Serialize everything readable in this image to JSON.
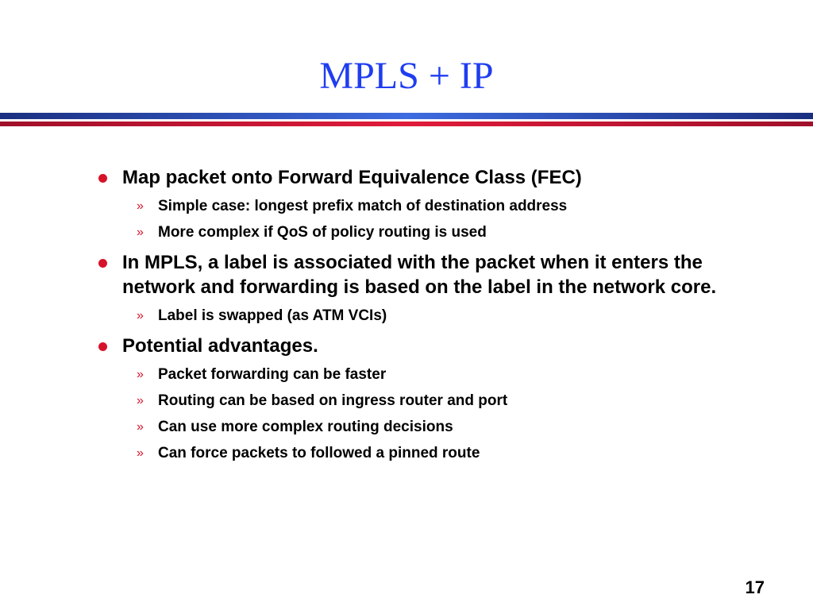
{
  "slide": {
    "title": "MPLS + IP",
    "page_number": "17",
    "accent_colors": {
      "title": "#1f3df0",
      "bullet": "#d6132a",
      "rule_blue": "#3d6be0",
      "rule_red": "#e01b3a"
    },
    "bullets": [
      {
        "text": "Map packet onto Forward Equivalence Class (FEC)",
        "sub": [
          "Simple case: longest prefix match of destination address",
          "More complex if QoS of policy routing is used"
        ]
      },
      {
        "text": "In MPLS, a label is associated with the packet when it enters the network and forwarding is based on the label in the network core.",
        "sub": [
          "Label is swapped (as ATM VCIs)"
        ]
      },
      {
        "text": "Potential advantages.",
        "sub": [
          "Packet forwarding can be faster",
          "Routing can be based on ingress router and port",
          "Can use more complex routing decisions",
          "Can force packets to followed a pinned route"
        ]
      }
    ],
    "sub_marker": "»"
  }
}
